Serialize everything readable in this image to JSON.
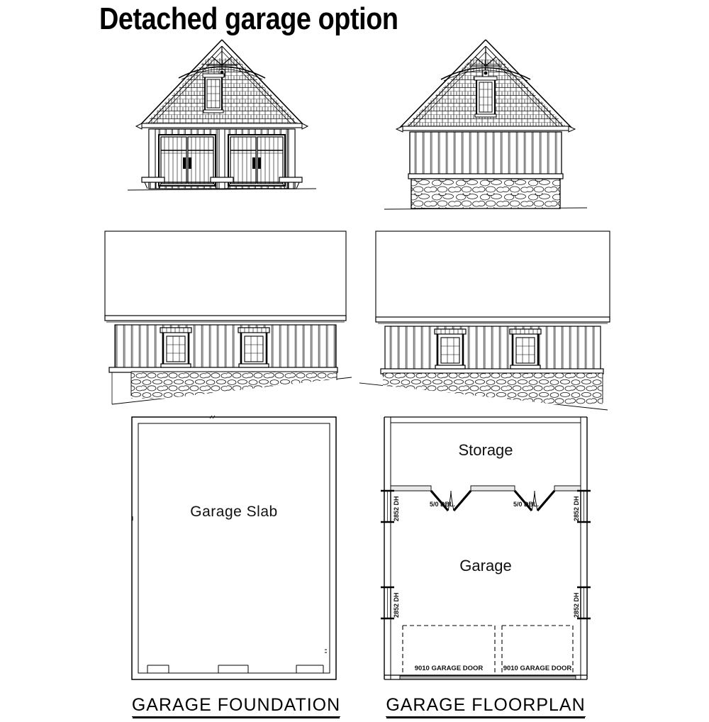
{
  "sheet": {
    "title": "Detached garage option",
    "ink_color": "#000000",
    "background_color": "#ffffff"
  },
  "elevations": {
    "front": {
      "name": "front-elevation",
      "features": [
        "gable-roof",
        "decorative-truss",
        "shingle-siding",
        "attic-window",
        "carriage-garage-doors",
        "board-and-batten-siding"
      ]
    },
    "rear": {
      "name": "rear-elevation",
      "features": [
        "gable-roof",
        "decorative-truss",
        "shingle-siding",
        "attic-window",
        "board-and-batten-siding",
        "stone-foundation"
      ]
    },
    "left_side": {
      "name": "left-side-elevation",
      "features": [
        "roof-plane",
        "board-and-batten-siding",
        "two-windows",
        "stone-foundation",
        "sloped-grade"
      ]
    },
    "right_side": {
      "name": "right-side-elevation",
      "features": [
        "roof-plane",
        "board-and-batten-siding",
        "two-windows",
        "stone-foundation",
        "sloped-grade"
      ]
    }
  },
  "foundation_plan": {
    "caption": "GARAGE FOUNDATION",
    "room_label": "Garage Slab"
  },
  "floor_plan": {
    "caption": "GARAGE FLOORPLAN",
    "rooms": [
      {
        "label": "Storage"
      },
      {
        "label": "Garage"
      }
    ],
    "doors": [
      {
        "label": "5/0 DBL."
      },
      {
        "label": "5/0 DBL."
      },
      {
        "label": "9010 GARAGE DOOR"
      },
      {
        "label": "9010 GARAGE DOOR"
      }
    ],
    "windows": [
      {
        "label": "2852 DH",
        "side": "left-upper"
      },
      {
        "label": "2852 DH",
        "side": "right-upper"
      },
      {
        "label": "2852 DH",
        "side": "left-lower"
      },
      {
        "label": "2852 DH",
        "side": "right-lower"
      }
    ]
  }
}
